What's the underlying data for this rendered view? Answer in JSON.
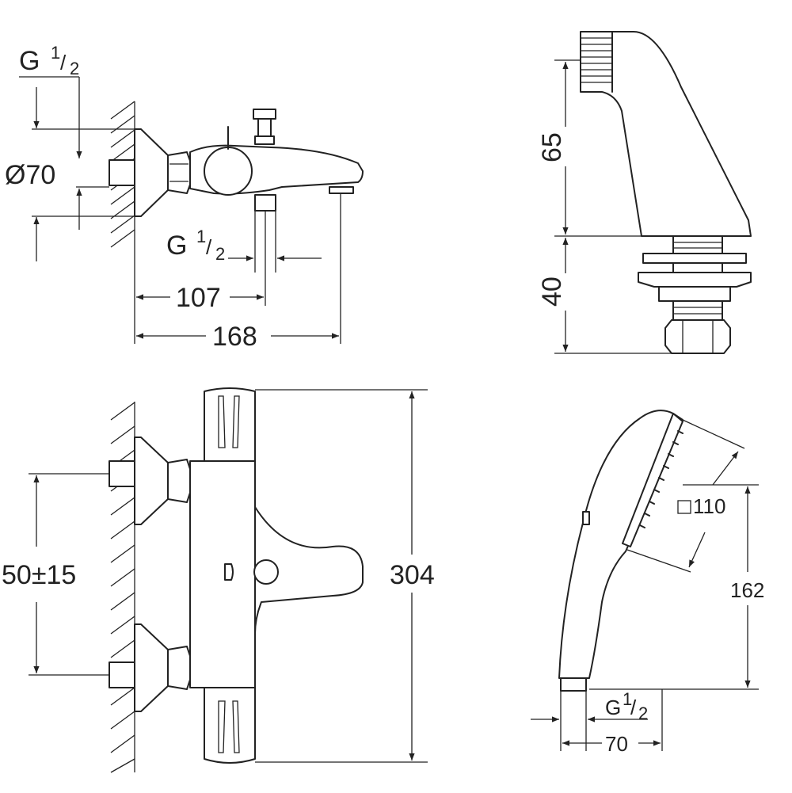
{
  "views": {
    "side_view": {
      "thread_top": {
        "main": "G",
        "sup": "1",
        "slash": "/",
        "sub": "2"
      },
      "diameter": "Ø70",
      "thread_spout": {
        "main": "G",
        "sup": "1",
        "slash": "/",
        "sub": "2"
      },
      "dim_107": "107",
      "dim_168": "168"
    },
    "foot_detail": {
      "dim_65": "65",
      "dim_40": "40"
    },
    "front_view": {
      "dim_centers": "50±15",
      "dim_height": "304"
    },
    "hand_shower": {
      "head_size": "110",
      "dim_162": "162",
      "thread": {
        "main": "G",
        "sup": "1",
        "slash": "/",
        "sub": "2"
      },
      "dim_70": "70"
    }
  }
}
